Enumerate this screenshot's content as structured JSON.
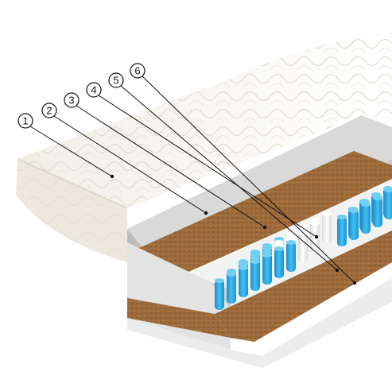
{
  "colors": {
    "cover": "#f4f1ea",
    "cover_shadow": "#e4e0d6",
    "felt": "#d6d6d6",
    "felt_dark": "#bdbdbd",
    "coir": "#9c6a3a",
    "coir_dark": "#7d5228",
    "spring_blue": "#2aa6e0",
    "spring_white": "#f3f3f3",
    "base": "#eeeeee",
    "line": "#111111"
  },
  "icons": {
    "springs": "pocket-springs-icon",
    "quilting": "quilted-cover-pattern"
  },
  "callouts": [
    {
      "number": "1"
    },
    {
      "number": "2"
    },
    {
      "number": "3"
    },
    {
      "number": "4"
    },
    {
      "number": "5"
    },
    {
      "number": "6"
    }
  ]
}
